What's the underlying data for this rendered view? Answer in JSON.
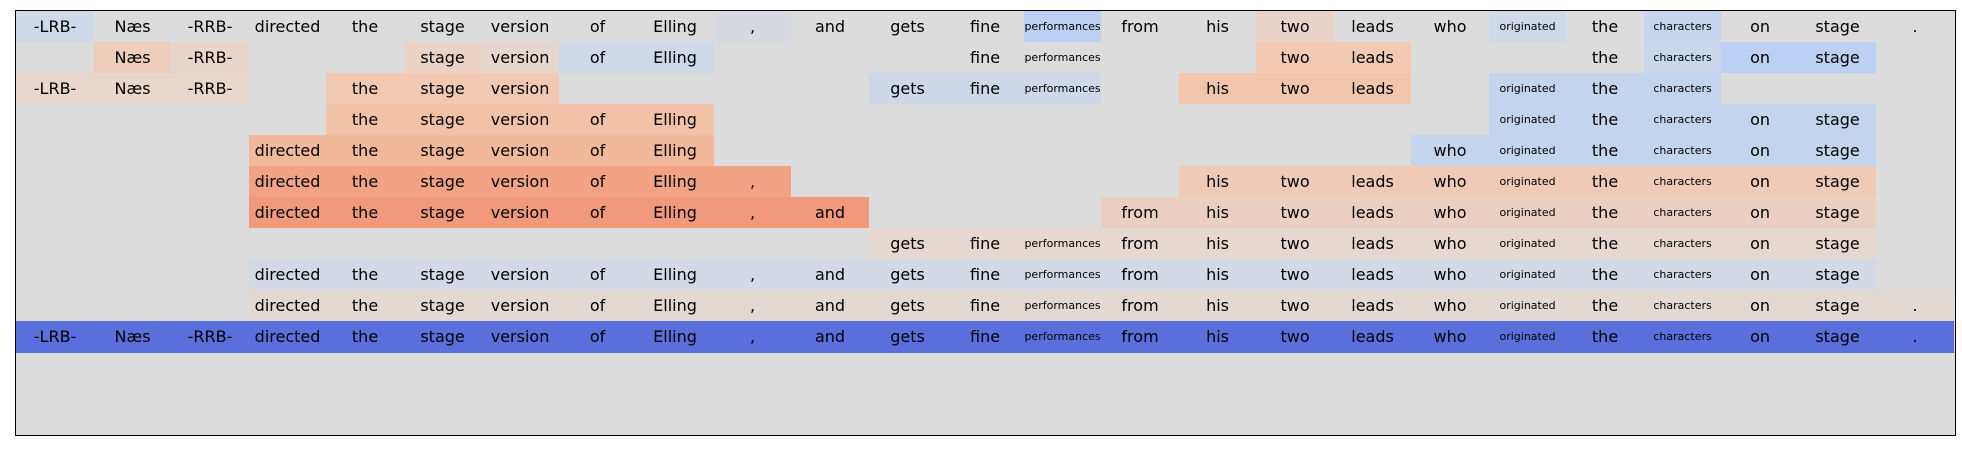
{
  "chart_data": {
    "type": "heatmap",
    "tokens": [
      "-LRB-",
      "Næs",
      "-RRB-",
      "directed",
      "the",
      "stage",
      "version",
      "of",
      "Elling",
      ",",
      "and",
      "gets",
      "fine",
      "performances",
      "from",
      "his",
      "two",
      "leads",
      "who",
      "originated",
      "the",
      "characters",
      "on",
      "stage",
      "."
    ],
    "rows": [
      {
        "visible": [
          1,
          1,
          1,
          1,
          1,
          1,
          1,
          1,
          1,
          1,
          1,
          1,
          1,
          1,
          1,
          1,
          1,
          1,
          1,
          1,
          1,
          1,
          1,
          1,
          1
        ],
        "colors": [
          "#d0d9e8",
          "#dcdcdc",
          "#dcdcdc",
          "#dcdcdc",
          "#dcdcdc",
          "#dcdcdc",
          "#dcdcdc",
          "#dcdcdc",
          "#dcdcdc",
          "#d6d9e0",
          "#dcdcdc",
          "#dcdcdc",
          "#dcdcdc",
          "#bbd0f2",
          "#dcdcdc",
          "#dcdcdc",
          "#e9d3c8",
          "#dcdcdc",
          "#dcdcdc",
          "#d0d9e8",
          "#dcdcdc",
          "#c7d5ec",
          "#dcdcdc",
          "#dcdcdc",
          "#dcdcdc"
        ]
      },
      {
        "visible": [
          0,
          1,
          1,
          0,
          0,
          1,
          1,
          1,
          1,
          0,
          0,
          0,
          1,
          1,
          0,
          0,
          1,
          1,
          0,
          0,
          1,
          1,
          1,
          1,
          0
        ],
        "colors": [
          "#dcdcdc",
          "#efcfbc",
          "#e8d6cc",
          "#dcdcdc",
          "#dcdcdc",
          "#ebd3c6",
          "#e6d7ce",
          "#d0d9e8",
          "#d0d9e8",
          "#dcdcdc",
          "#dcdcdc",
          "#dcdcdc",
          "#dcdcdc",
          "#dcdcdc",
          "#dcdcdc",
          "#dcdcdc",
          "#f2cab3",
          "#f2cab3",
          "#dcdcdc",
          "#dcdcdc",
          "#dcdcdc",
          "#c9d6eb",
          "#bbd0f2",
          "#bbd0f2",
          "#dcdcdc"
        ]
      },
      {
        "visible": [
          1,
          1,
          1,
          0,
          1,
          1,
          1,
          0,
          0,
          0,
          0,
          1,
          1,
          1,
          0,
          1,
          1,
          1,
          0,
          1,
          1,
          1,
          0,
          0,
          0
        ],
        "colors": [
          "#e8d7cd",
          "#e8d7cd",
          "#e8d7cd",
          "#dcdcdc",
          "#f1c8b2",
          "#f1c8b2",
          "#f1c8b2",
          "#dcdcdc",
          "#dcdcdc",
          "#dcdcdc",
          "#dcdcdc",
          "#cfd8e8",
          "#cfd8e8",
          "#cfd8e8",
          "#dcdcdc",
          "#f2c5ad",
          "#f2c5ad",
          "#f2c5ad",
          "#dcdcdc",
          "#c3d4ee",
          "#c3d4ee",
          "#c3d4ee",
          "#dcdcdc",
          "#dcdcdc",
          "#dcdcdc"
        ]
      },
      {
        "visible": [
          0,
          0,
          0,
          0,
          1,
          1,
          1,
          1,
          1,
          0,
          0,
          0,
          0,
          0,
          0,
          0,
          0,
          0,
          0,
          1,
          1,
          1,
          1,
          1,
          0
        ],
        "colors": [
          "#dcdcdc",
          "#dcdcdc",
          "#dcdcdc",
          "#dcdcdc",
          "#f2c2a8",
          "#f2c2a8",
          "#f2c2a8",
          "#f2c2a8",
          "#f2c2a8",
          "#dcdcdc",
          "#dcdcdc",
          "#dcdcdc",
          "#dcdcdc",
          "#dcdcdc",
          "#dcdcdc",
          "#dcdcdc",
          "#dcdcdc",
          "#dcdcdc",
          "#dcdcdc",
          "#c3d4ee",
          "#c3d4ee",
          "#c3d4ee",
          "#c3d4ee",
          "#c3d4ee",
          "#dcdcdc"
        ]
      },
      {
        "visible": [
          0,
          0,
          0,
          1,
          1,
          1,
          1,
          1,
          1,
          0,
          0,
          0,
          0,
          0,
          0,
          0,
          0,
          0,
          1,
          1,
          1,
          1,
          1,
          1,
          0
        ],
        "colors": [
          "#dcdcdc",
          "#dcdcdc",
          "#dcdcdc",
          "#f2b89c",
          "#f2b89c",
          "#f2b89c",
          "#f2b89c",
          "#f2b89c",
          "#f2b89c",
          "#dcdcdc",
          "#dcdcdc",
          "#dcdcdc",
          "#dcdcdc",
          "#dcdcdc",
          "#dcdcdc",
          "#dcdcdc",
          "#dcdcdc",
          "#dcdcdc",
          "#c3d4ee",
          "#c3d4ee",
          "#c3d4ee",
          "#c3d4ee",
          "#c3d4ee",
          "#c3d4ee",
          "#dcdcdc"
        ]
      },
      {
        "visible": [
          0,
          0,
          0,
          1,
          1,
          1,
          1,
          1,
          1,
          1,
          0,
          0,
          0,
          0,
          0,
          1,
          1,
          1,
          1,
          1,
          1,
          1,
          1,
          1,
          0
        ],
        "colors": [
          "#dcdcdc",
          "#dcdcdc",
          "#dcdcdc",
          "#f1a384",
          "#f1a384",
          "#f1a384",
          "#f1a384",
          "#f1a384",
          "#f1a384",
          "#f1a384",
          "#dcdcdc",
          "#dcdcdc",
          "#dcdcdc",
          "#dcdcdc",
          "#dcdcdc",
          "#efcbb7",
          "#efcbb7",
          "#efcbb7",
          "#efcbb7",
          "#efcbb7",
          "#efcbb7",
          "#efcbb7",
          "#efcbb7",
          "#efcbb7",
          "#dcdcdc"
        ]
      },
      {
        "visible": [
          0,
          0,
          0,
          1,
          1,
          1,
          1,
          1,
          1,
          1,
          1,
          0,
          0,
          0,
          1,
          1,
          1,
          1,
          1,
          1,
          1,
          1,
          1,
          1,
          0
        ],
        "colors": [
          "#dcdcdc",
          "#dcdcdc",
          "#dcdcdc",
          "#f19a7b",
          "#f19a7b",
          "#f19a7b",
          "#f19a7b",
          "#f19a7b",
          "#f19a7b",
          "#f19a7b",
          "#f19a7b",
          "#dcdcdc",
          "#dcdcdc",
          "#dcdcdc",
          "#ebd0c2",
          "#ebd0c2",
          "#ebd0c2",
          "#ebd0c2",
          "#ebd0c2",
          "#ebd0c2",
          "#ebd0c2",
          "#ebd0c2",
          "#ebd0c2",
          "#ebd0c2",
          "#dcdcdc"
        ]
      },
      {
        "visible": [
          0,
          0,
          0,
          0,
          0,
          0,
          0,
          0,
          0,
          0,
          0,
          1,
          1,
          1,
          1,
          1,
          1,
          1,
          1,
          1,
          1,
          1,
          1,
          1,
          0
        ],
        "colors": [
          "#dcdcdc",
          "#dcdcdc",
          "#dcdcdc",
          "#dcdcdc",
          "#dcdcdc",
          "#dcdcdc",
          "#dcdcdc",
          "#dcdcdc",
          "#dcdcdc",
          "#dcdcdc",
          "#dcdcdc",
          "#e5d8d0",
          "#e5d8d0",
          "#e5d8d0",
          "#e5d8d0",
          "#e5d8d0",
          "#e5d8d0",
          "#e5d8d0",
          "#e5d8d0",
          "#e5d8d0",
          "#e5d8d0",
          "#e5d8d0",
          "#e5d8d0",
          "#e5d8d0",
          "#dcdcdc"
        ]
      },
      {
        "visible": [
          0,
          0,
          0,
          1,
          1,
          1,
          1,
          1,
          1,
          1,
          1,
          1,
          1,
          1,
          1,
          1,
          1,
          1,
          1,
          1,
          1,
          1,
          1,
          1,
          0
        ],
        "colors": [
          "#dcdcdc",
          "#dcdcdc",
          "#dcdcdc",
          "#d4dae5",
          "#d4dae5",
          "#d4dae5",
          "#d4dae5",
          "#d4dae5",
          "#d4dae5",
          "#d4dae5",
          "#d4dae5",
          "#d4dae5",
          "#d4dae5",
          "#d4dae5",
          "#d4dae5",
          "#d4dae5",
          "#d4dae5",
          "#d4dae5",
          "#d4dae5",
          "#d4dae5",
          "#d4dae5",
          "#d4dae5",
          "#d4dae5",
          "#d4dae5",
          "#dcdcdc"
        ]
      },
      {
        "visible": [
          0,
          0,
          0,
          1,
          1,
          1,
          1,
          1,
          1,
          1,
          1,
          1,
          1,
          1,
          1,
          1,
          1,
          1,
          1,
          1,
          1,
          1,
          1,
          1,
          1
        ],
        "colors": [
          "#dcdcdc",
          "#dcdcdc",
          "#dcdcdc",
          "#e3d9d3",
          "#e3d9d3",
          "#e3d9d3",
          "#e3d9d3",
          "#e3d9d3",
          "#e3d9d3",
          "#e3d9d3",
          "#e3d9d3",
          "#e3d9d3",
          "#e3d9d3",
          "#e3d9d3",
          "#e3d9d3",
          "#e3d9d3",
          "#e3d9d3",
          "#e3d9d3",
          "#e3d9d3",
          "#e3d9d3",
          "#e3d9d3",
          "#e3d9d3",
          "#e3d9d3",
          "#e3d9d3",
          "#e3d9d3"
        ]
      },
      {
        "visible": [
          1,
          1,
          1,
          1,
          1,
          1,
          1,
          1,
          1,
          1,
          1,
          1,
          1,
          1,
          1,
          1,
          1,
          1,
          1,
          1,
          1,
          1,
          1,
          1,
          1
        ],
        "colors": [
          "#5a6fdc",
          "#5a6fdc",
          "#5a6fdc",
          "#5a6fdc",
          "#5a6fdc",
          "#5a6fdc",
          "#5a6fdc",
          "#5a6fdc",
          "#5a6fdc",
          "#5a6fdc",
          "#5a6fdc",
          "#5a6fdc",
          "#5a6fdc",
          "#5a6fdc",
          "#5a6fdc",
          "#5a6fdc",
          "#5a6fdc",
          "#5a6fdc",
          "#5a6fdc",
          "#5a6fdc",
          "#5a6fdc",
          "#5a6fdc",
          "#5a6fdc",
          "#5a6fdc",
          "#5a6fdc"
        ]
      }
    ]
  }
}
